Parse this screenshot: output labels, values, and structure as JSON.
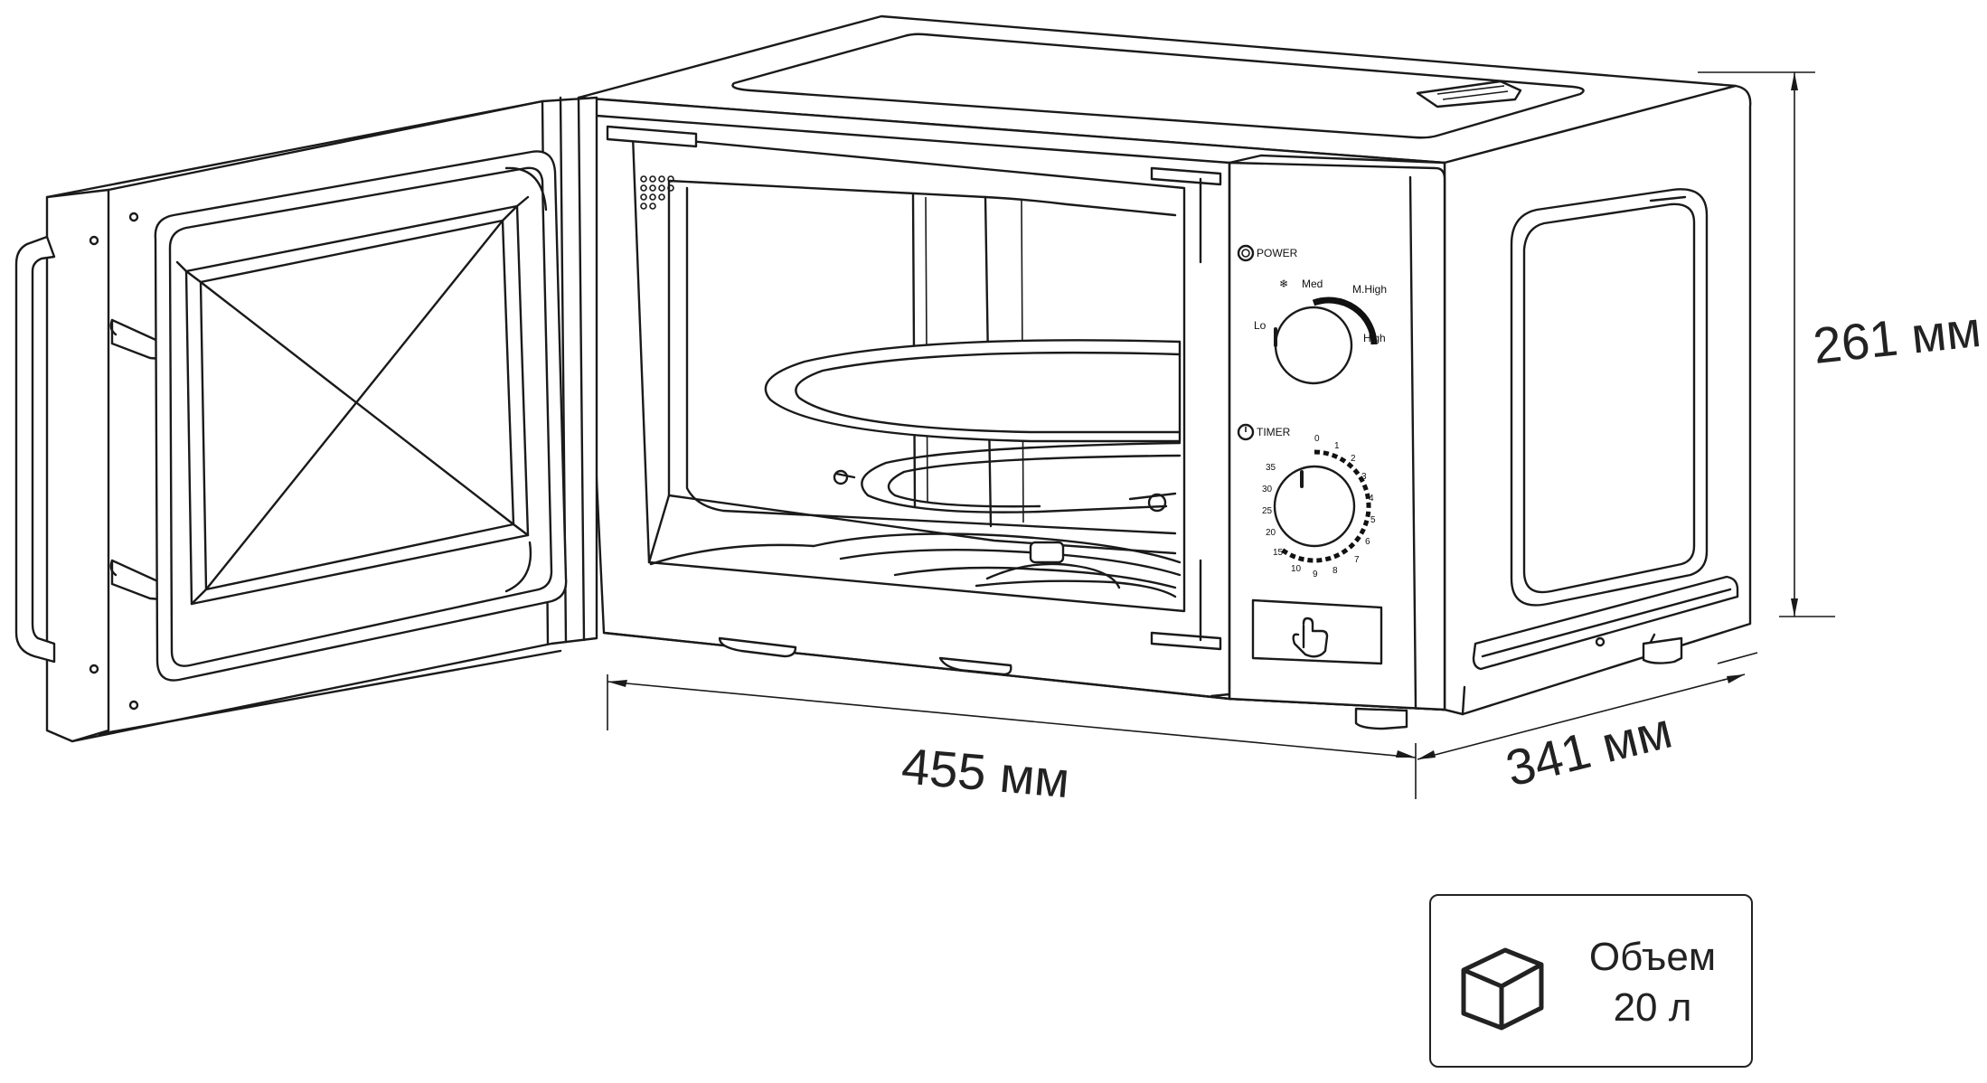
{
  "panel": {
    "power_label": "POWER",
    "timer_label": "TIMER",
    "power_levels": [
      "Lo",
      "Med",
      "M.High",
      "High"
    ],
    "timer_marks": [
      "0",
      "1",
      "2",
      "3",
      "4",
      "5",
      "6",
      "7",
      "8",
      "9",
      "10",
      "15",
      "20",
      "25",
      "30",
      "35"
    ]
  },
  "dimensions": {
    "width": "455 мм",
    "height": "261 мм",
    "depth": "341 мм"
  },
  "volume": {
    "label": "Объем",
    "value": "20 л"
  },
  "icons": [
    "snowflake-icon",
    "power-icon",
    "timer-icon",
    "hand-press-icon",
    "cube-icon"
  ]
}
